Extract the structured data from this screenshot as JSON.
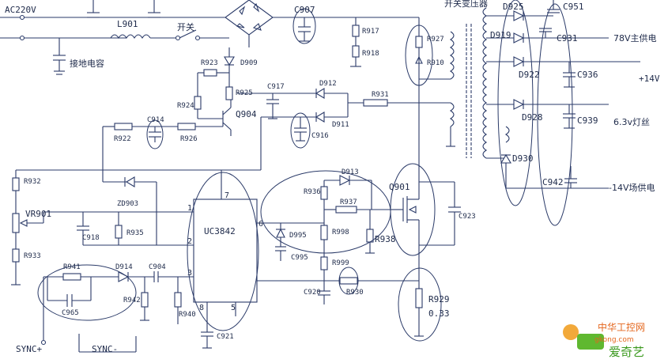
{
  "diagram": {
    "input_label": "AC220V",
    "inductor": "L901",
    "switch_label": "开关",
    "ground_cap_label": "接地电容",
    "transformer_label": "开关变压器",
    "ic_label": "UC3842",
    "ic_pins": [
      "7",
      "1",
      "2",
      "3",
      "8",
      "5",
      "6"
    ],
    "components": {
      "c907": "C907",
      "r917": "R917",
      "r918": "R918",
      "r927": "R927",
      "r910": "R910",
      "d925": "D925",
      "c951": "C951",
      "d919": "D919",
      "c931": "C931",
      "d922": "D922",
      "c936": "C936",
      "d928": "D928",
      "c939": "C939",
      "d930": "D930",
      "c942": "C942",
      "r923": "R923",
      "d909": "D909",
      "r924": "R924",
      "r925": "R925",
      "q904": "Q904",
      "c917": "C917",
      "d912": "D912",
      "r931": "R931",
      "d911": "D911",
      "c916": "C916",
      "r922": "R922",
      "c914": "C914",
      "r926": "R926",
      "r932": "R932",
      "vr901": "VR901",
      "r933": "R933",
      "zd903": "ZD903",
      "c918": "C918",
      "r935": "R935",
      "d913": "D913",
      "r936": "R936",
      "r937": "R937",
      "r998": "R998",
      "r938": "R938",
      "q901": "Q901",
      "c923": "C923",
      "d995": "D995",
      "c995": "C995",
      "r999": "R999",
      "c920": "C920",
      "r930": "R930",
      "r929": "R929",
      "r929_val": "0.33",
      "r941": "R941",
      "d914": "D914",
      "c904": "C904",
      "c965": "C965",
      "r942": "R942",
      "r940": "R940",
      "c921": "C921"
    },
    "outputs": {
      "main": "78V主供电",
      "plus14": "+14V",
      "filament": "6.3v灯丝",
      "minus14": "-14V场供电"
    },
    "sync_plus": "SYNC+",
    "sync_minus": "SYNC-",
    "watermark": {
      "site": "中华工控网",
      "domain": "gkong.com",
      "brand": "爱奇艺"
    }
  }
}
